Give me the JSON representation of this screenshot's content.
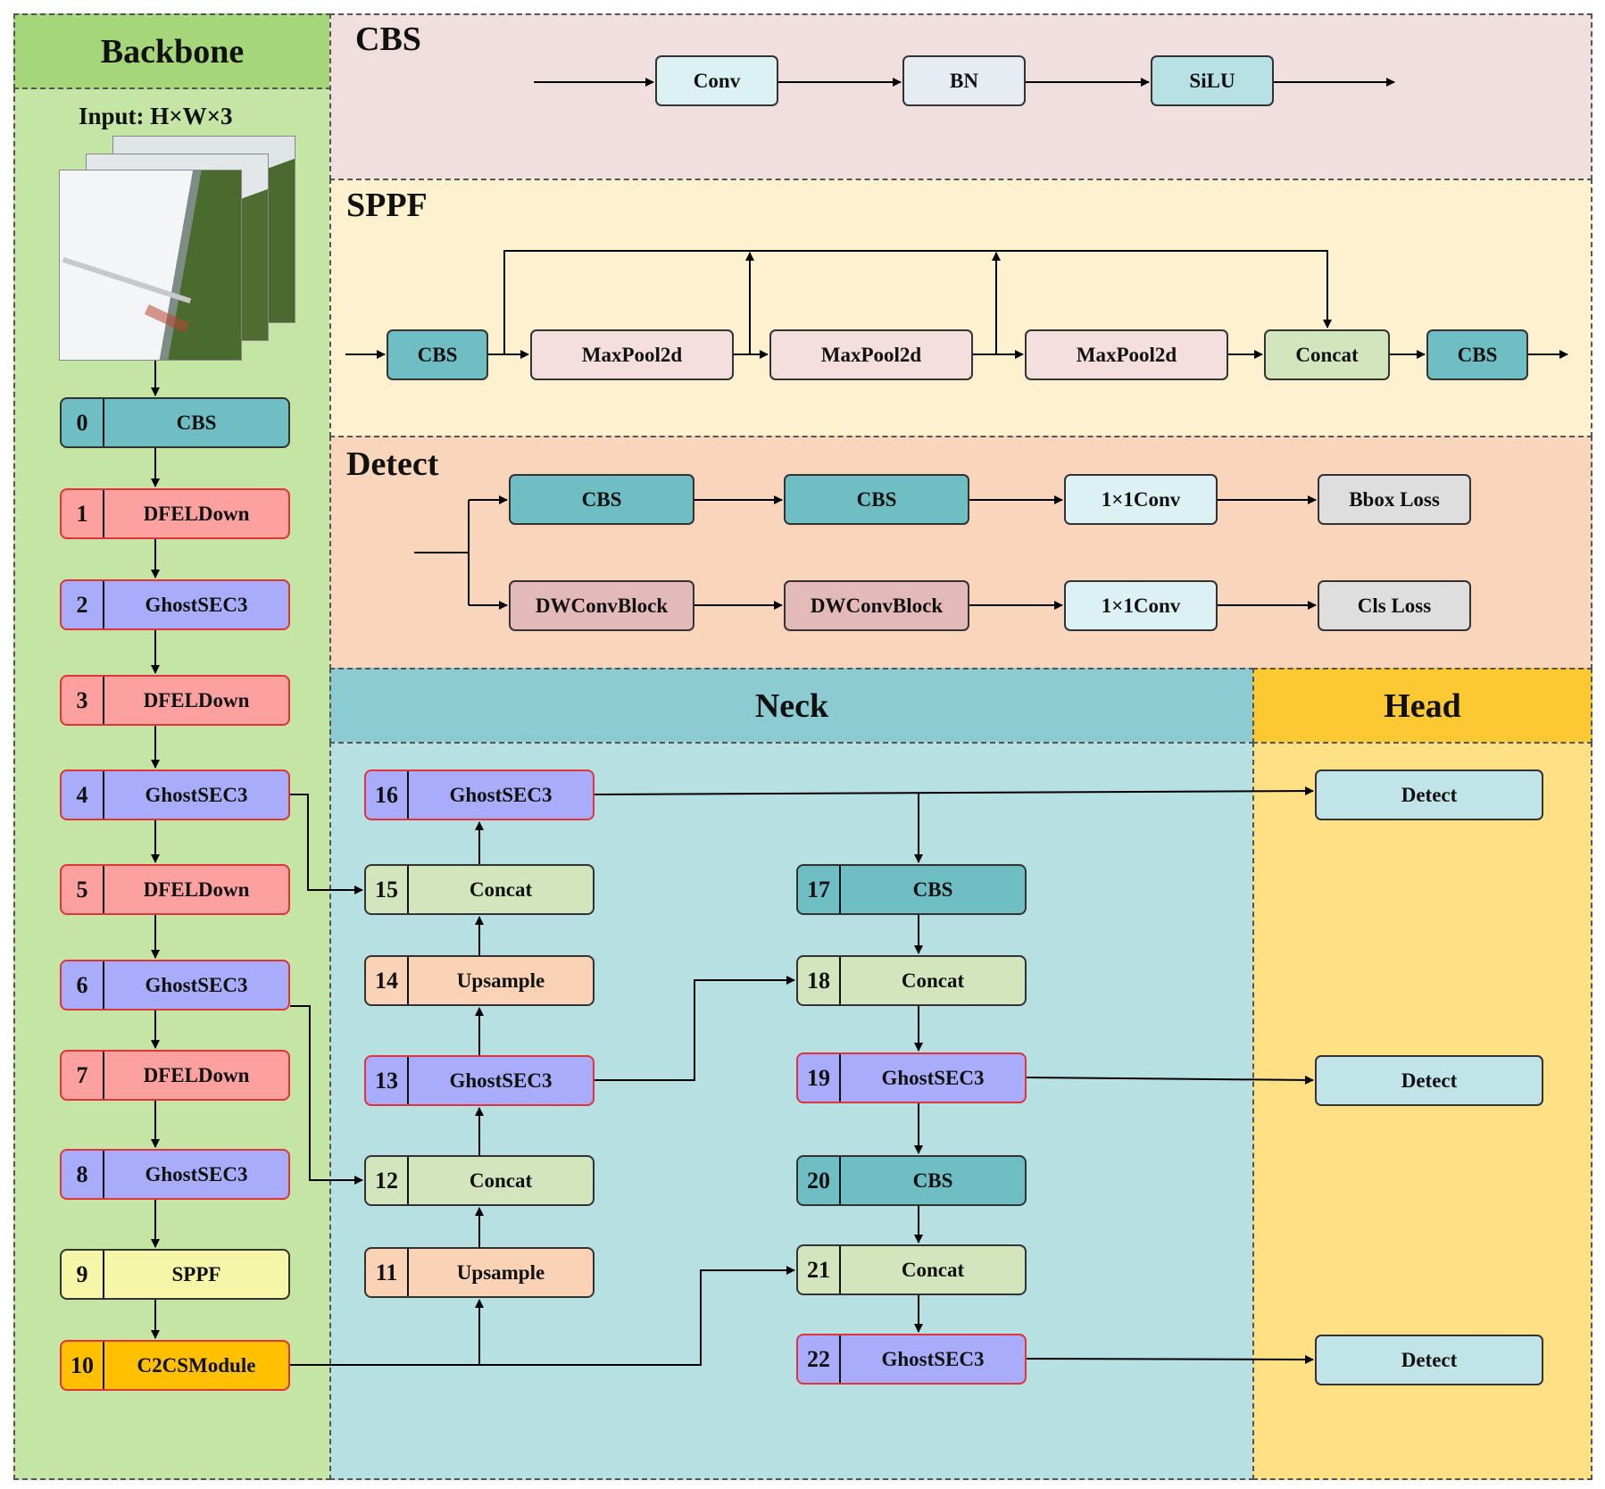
{
  "panels": {
    "backbone_title": "Backbone",
    "cbs_title": "CBS",
    "sppf_title": "SPPF",
    "detect_title": "Detect",
    "neck_title": "Neck",
    "head_title": "Head"
  },
  "backbone": {
    "input_label": "Input: H×W×3",
    "layers": [
      {
        "num": "0",
        "label": "CBS"
      },
      {
        "num": "1",
        "label": "DFELDown"
      },
      {
        "num": "2",
        "label": "GhostSEC3"
      },
      {
        "num": "3",
        "label": "DFELDown"
      },
      {
        "num": "4",
        "label": "GhostSEC3"
      },
      {
        "num": "5",
        "label": "DFELDown"
      },
      {
        "num": "6",
        "label": "GhostSEC3"
      },
      {
        "num": "7",
        "label": "DFELDown"
      },
      {
        "num": "8",
        "label": "GhostSEC3"
      },
      {
        "num": "9",
        "label": "SPPF"
      },
      {
        "num": "10",
        "label": "C2CSModule"
      }
    ]
  },
  "cbs_block": {
    "nodes": [
      "Conv",
      "BN",
      "SiLU"
    ]
  },
  "sppf_block": {
    "nodes": [
      "CBS",
      "MaxPool2d",
      "MaxPool2d",
      "MaxPool2d",
      "Concat",
      "CBS"
    ]
  },
  "detect_block": {
    "top_row": [
      "CBS",
      "CBS",
      "1×1Conv",
      "Bbox Loss"
    ],
    "bottom_row": [
      "DWConvBlock",
      "DWConvBlock",
      "1×1Conv",
      "Cls Loss"
    ]
  },
  "neck": {
    "left_column": [
      {
        "num": "16",
        "label": "GhostSEC3"
      },
      {
        "num": "15",
        "label": "Concat"
      },
      {
        "num": "14",
        "label": "Upsample"
      },
      {
        "num": "13",
        "label": "GhostSEC3"
      },
      {
        "num": "12",
        "label": "Concat"
      },
      {
        "num": "11",
        "label": "Upsample"
      }
    ],
    "right_column": [
      {
        "num": "17",
        "label": "CBS"
      },
      {
        "num": "18",
        "label": "Concat"
      },
      {
        "num": "19",
        "label": "GhostSEC3"
      },
      {
        "num": "20",
        "label": "CBS"
      },
      {
        "num": "21",
        "label": "Concat"
      },
      {
        "num": "22",
        "label": "GhostSEC3"
      }
    ]
  },
  "head": {
    "outputs": [
      "Detect",
      "Detect",
      "Detect"
    ]
  },
  "colors": {
    "backbone_bg": "#c5e5a5",
    "backbone_header": "#a6d67a",
    "cbs_panel_bg": "#f1dede",
    "sppf_panel_bg": "#fdf1cf",
    "detect_panel_bg": "#f9d6bb",
    "neck_bg": "#b7e0e3",
    "neck_header": "#8ccbd2",
    "head_bg": "#ffe084",
    "head_header": "#fdc933",
    "cbs_teal": "#6fbec4",
    "dfeldown_red": "#fda0a0",
    "ghost_purple": "#a8acfa",
    "concat_green": "#d2e5bc",
    "upsample_peach": "#fad3b6",
    "sppf_yellow": "#f6f6a8",
    "c2cs_orange": "#fec000",
    "conv_lightblue": "#dcf1f4",
    "bn_grey": "#e6ecf2",
    "silu_blue": "#b8e1e6",
    "maxpool_pink": "#f4dede",
    "loss_grey": "#dedede",
    "dwconv_pink": "#e4b9b9",
    "detect_box": "#c1e4e8"
  }
}
